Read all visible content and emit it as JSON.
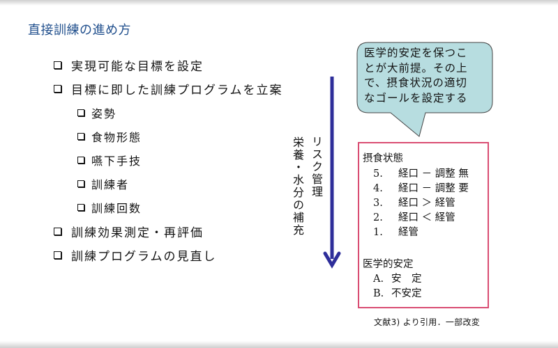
{
  "slide": {
    "title": "直接訓練の進め方",
    "bullets": [
      {
        "text": "実現可能な目標を設定",
        "level": 1
      },
      {
        "text": "目標に即した訓練プログラムを立案",
        "level": 1
      },
      {
        "text": "姿勢",
        "level": 2
      },
      {
        "text": "食物形態",
        "level": 2
      },
      {
        "text": "嚥下手技",
        "level": 2
      },
      {
        "text": "訓練者",
        "level": 2
      },
      {
        "text": "訓練回数",
        "level": 2
      },
      {
        "text": "訓練効果測定・再評価",
        "level": 1
      },
      {
        "text": "訓練プログラムの見直し",
        "level": 1
      }
    ],
    "arrow": {
      "label_1": "リスク管理",
      "label_2": "栄養・水分の補充",
      "color": "#2e2e9a"
    },
    "callout": {
      "lines": [
        "医学的安定を保つこ",
        "とが大前提。その上",
        "で、摂食状況の適切",
        "なゴールを設定する"
      ],
      "fill": "#b7dde0"
    },
    "status_box": {
      "border_color": "#d94c72",
      "intake_heading": "摂食状態",
      "intake_levels": [
        {
          "num": "5.",
          "text": "経口 － 調整 無"
        },
        {
          "num": "4.",
          "text": "経口 － 調整 要"
        },
        {
          "num": "3.",
          "text": "経口 ＞ 経管"
        },
        {
          "num": "2.",
          "text": "経口 ＜ 経管"
        },
        {
          "num": "1.",
          "text": "経管"
        }
      ],
      "stability_heading": "医学的安定",
      "stability_levels": [
        {
          "num": "A.",
          "text": "安　定"
        },
        {
          "num": "B.",
          "text": "不安定"
        }
      ]
    },
    "citation": "文献3) より引用．一部改変"
  }
}
